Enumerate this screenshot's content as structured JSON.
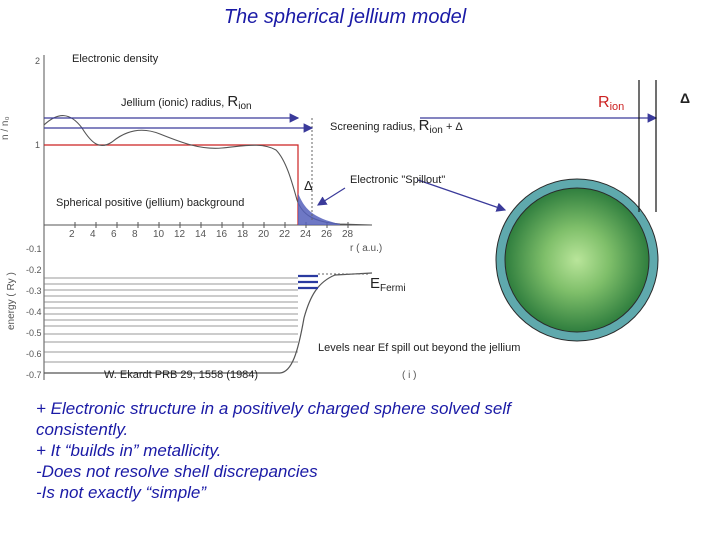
{
  "title": "The spherical jellium model",
  "labels": {
    "electronic_density": "Electronic density",
    "jellium_radius_text": "Jellium (ionic) radius, ",
    "jellium_radius_R": "R",
    "jellium_radius_sub": "ion",
    "screening_text": "Screening radius, ",
    "screening_R": "R",
    "screening_sub": "ion",
    "screening_plus": "+ Δ",
    "delta": "Δ",
    "spillout": "Electronic \"Spillout\"",
    "background": "Spherical positive (jellium) background",
    "efermi_E": "E",
    "efermi_sub": "Fermi",
    "levels_note": "Levels near Ef spill out beyond the jellium",
    "reference": "W. Ekardt PRB 29, 1558 (1984)",
    "sphere_R": "R",
    "sphere_R_sub": "ion",
    "sphere_delta": "Δ"
  },
  "plot_scan": {
    "y_axis_label_top": "n / n₀",
    "y_axis_label_bottom": "energy ( Ry )",
    "x_axis_label": "r ( a.u.)",
    "x_ticks": [
      "2",
      "4",
      "6",
      "8",
      "10",
      "12",
      "14",
      "16",
      "18",
      "20",
      "22",
      "24",
      "26",
      "28"
    ],
    "density_y_ticks": [
      "2",
      "1"
    ],
    "energy_y_ticks": [
      "-0.1",
      "-0.2",
      "-0.3",
      "-0.4",
      "-0.5",
      "-0.6",
      "-0.7"
    ],
    "panel_marker": "( i )"
  },
  "colors": {
    "title": "#1a1aa6",
    "bullets": "#1a1aa6",
    "jellium_step": "#cc2222",
    "spill_fill": "#5560bb",
    "arrows": "#3a3a9a",
    "sphere_outer": "#5fa9ad",
    "sphere_inner_center": "#aede8a",
    "sphere_inner_edge": "#2e7d3a"
  },
  "bullets": [
    "+ Electronic structure in a positively charged sphere solved self",
    "consistently.",
    "+ It “builds in” metallicity.",
    "-Does not resolve shell discrepancies",
    "-Is not exactly “simple”"
  ]
}
